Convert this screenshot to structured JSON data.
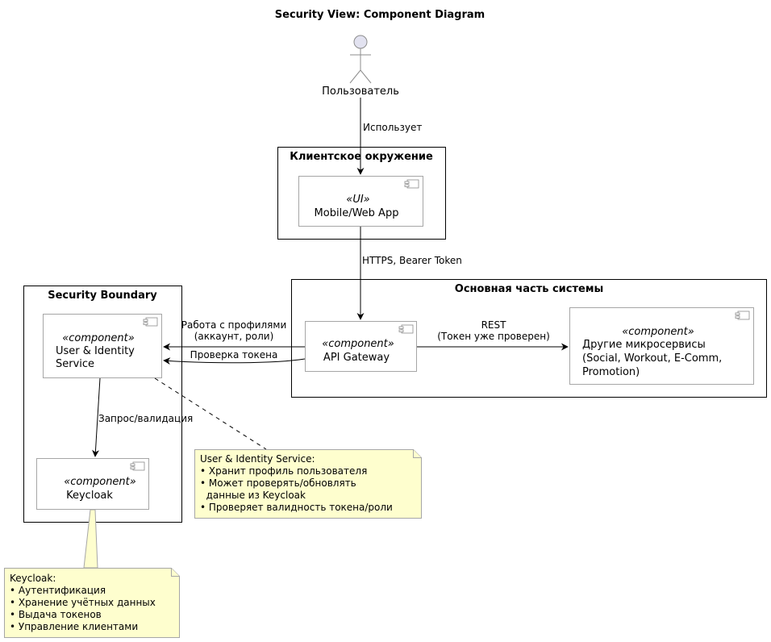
{
  "title": "Security View: Component Diagram",
  "actor": {
    "label": "Пользователь"
  },
  "groups": {
    "client": {
      "label": "Клиентское окружение"
    },
    "core": {
      "label": "Основная часть системы"
    },
    "security": {
      "label": "Security Boundary"
    }
  },
  "components": {
    "app": {
      "stereotype": "«UI»",
      "lines": [
        "Mobile/Web App"
      ]
    },
    "gateway": {
      "stereotype": "«component»",
      "lines": [
        "API Gateway"
      ]
    },
    "other": {
      "stereotype": "«component»",
      "lines": [
        "Другие микросервисы",
        "(Social, Workout, E-Comm,",
        "Promotion)"
      ]
    },
    "uis": {
      "stereotype": "«component»",
      "lines": [
        "User & Identity",
        "Service"
      ]
    },
    "keycloak": {
      "stereotype": "«component»",
      "lines": [
        "Keycloak"
      ]
    }
  },
  "edges": {
    "uses": "Использует",
    "https": "HTTPS, Bearer Token",
    "profiles": [
      "Работа с профилями",
      "(аккаунт, роли)"
    ],
    "check": "Проверка токена",
    "rest": [
      "REST",
      "(Токен уже проверен)"
    ],
    "request": "Запрос/валидация"
  },
  "notes": {
    "uis": [
      "User & Identity Service:",
      "• Хранит профиль пользователя",
      "• Может проверять/обновлять",
      "  данные из Keycloak",
      "• Проверяет валидность токена/роли"
    ],
    "keycloak": [
      "Keycloak:",
      "• Аутентификация",
      "• Хранение учётных данных",
      "• Выдача токенов",
      "• Управление клиентами"
    ]
  }
}
